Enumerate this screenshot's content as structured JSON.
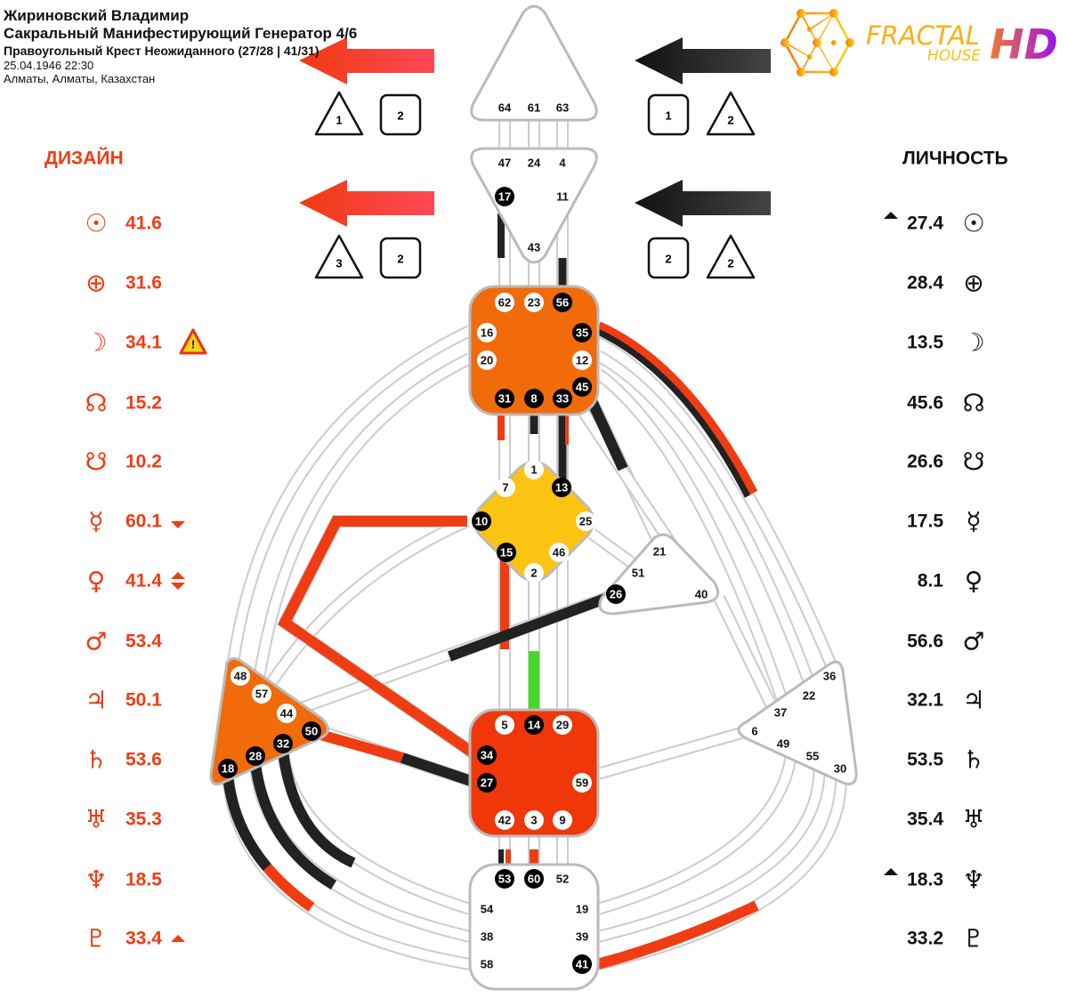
{
  "header": {
    "name": "Жириновский Владимир",
    "type": "Сакральный Манифестирующий Генератор 4/6",
    "cross": "Правоугольный Крест Неожиданного (27/28 | 41/31)",
    "datetime": "25.04.1946 22:30",
    "location": "Алматы, Алматы, Казахстан"
  },
  "logo": {
    "fractal": "FRACTAL",
    "house": "HOUSE",
    "hd": "HD"
  },
  "arrows": {
    "design_top": {
      "tri": "1",
      "box": "2"
    },
    "design_bottom": {
      "tri": "3",
      "box": "2"
    },
    "personality_top": {
      "box": "1",
      "tri": "2"
    },
    "personality_bottom": {
      "box": "2",
      "tri": "2"
    }
  },
  "colors": {
    "design": "#F03C12",
    "personality": "#111111",
    "throat": "#F26B0A",
    "g": "#FBC312",
    "sacral": "#F0370A",
    "spleen": "#F26B0A",
    "green": "#47D62A"
  },
  "design": {
    "title": "ДИЗАЙН",
    "planets": [
      {
        "icon": "sun-icon",
        "sym": "☉",
        "value": "41.6",
        "marker": ""
      },
      {
        "icon": "earth-icon",
        "sym": "⊕",
        "value": "31.6",
        "marker": ""
      },
      {
        "icon": "moon-icon",
        "sym": "☽",
        "value": "34.1",
        "marker": "warning"
      },
      {
        "icon": "north-node-icon",
        "sym": "☊",
        "value": "15.2",
        "marker": ""
      },
      {
        "icon": "south-node-icon",
        "sym": "☋",
        "value": "10.2",
        "marker": ""
      },
      {
        "icon": "mercury-icon",
        "sym": "☿",
        "value": "60.1",
        "marker": "down"
      },
      {
        "icon": "venus-icon",
        "sym": "♀",
        "value": "41.4",
        "marker": "updown"
      },
      {
        "icon": "mars-icon",
        "sym": "♂",
        "value": "53.4",
        "marker": ""
      },
      {
        "icon": "jupiter-icon",
        "sym": "♃",
        "value": "50.1",
        "marker": ""
      },
      {
        "icon": "saturn-icon",
        "sym": "♄",
        "value": "53.6",
        "marker": ""
      },
      {
        "icon": "uranus-icon",
        "sym": "♅",
        "value": "35.3",
        "marker": ""
      },
      {
        "icon": "neptune-icon",
        "sym": "♆",
        "value": "18.5",
        "marker": ""
      },
      {
        "icon": "pluto-icon",
        "sym": "♇",
        "value": "33.4",
        "marker": "up"
      }
    ]
  },
  "personality": {
    "title": "ЛИЧНОСТЬ",
    "planets": [
      {
        "icon": "sun-icon",
        "sym": "☉",
        "value": "27.4",
        "marker": "up"
      },
      {
        "icon": "earth-icon",
        "sym": "⊕",
        "value": "28.4",
        "marker": ""
      },
      {
        "icon": "moon-icon",
        "sym": "☽",
        "value": "13.5",
        "marker": ""
      },
      {
        "icon": "north-node-icon",
        "sym": "☊",
        "value": "45.6",
        "marker": ""
      },
      {
        "icon": "south-node-icon",
        "sym": "☋",
        "value": "26.6",
        "marker": ""
      },
      {
        "icon": "mercury-icon",
        "sym": "☿",
        "value": "17.5",
        "marker": ""
      },
      {
        "icon": "venus-icon",
        "sym": "♀",
        "value": "8.1",
        "marker": ""
      },
      {
        "icon": "mars-icon",
        "sym": "♂",
        "value": "56.6",
        "marker": ""
      },
      {
        "icon": "jupiter-icon",
        "sym": "♃",
        "value": "32.1",
        "marker": ""
      },
      {
        "icon": "saturn-icon",
        "sym": "♄",
        "value": "53.5",
        "marker": ""
      },
      {
        "icon": "uranus-icon",
        "sym": "♅",
        "value": "35.4",
        "marker": ""
      },
      {
        "icon": "neptune-icon",
        "sym": "♆",
        "value": "18.3",
        "marker": "up"
      },
      {
        "icon": "pluto-icon",
        "sym": "♇",
        "value": "33.2",
        "marker": ""
      }
    ]
  },
  "centers": {
    "head": {
      "defined": false,
      "gates": [
        {
          "n": "64",
          "s": "plain"
        },
        {
          "n": "61",
          "s": "plain"
        },
        {
          "n": "63",
          "s": "plain"
        }
      ]
    },
    "ajna": {
      "defined": false,
      "gates": [
        {
          "n": "47",
          "s": "plain"
        },
        {
          "n": "24",
          "s": "plain"
        },
        {
          "n": "4",
          "s": "plain"
        },
        {
          "n": "17",
          "s": "black"
        },
        {
          "n": "11",
          "s": "plain"
        },
        {
          "n": "43",
          "s": "plain"
        }
      ]
    },
    "throat": {
      "defined": true,
      "gates": [
        {
          "n": "62",
          "s": "white"
        },
        {
          "n": "23",
          "s": "white"
        },
        {
          "n": "56",
          "s": "black"
        },
        {
          "n": "16",
          "s": "white"
        },
        {
          "n": "20",
          "s": "white"
        },
        {
          "n": "35",
          "s": "black"
        },
        {
          "n": "12",
          "s": "white"
        },
        {
          "n": "45",
          "s": "black"
        },
        {
          "n": "31",
          "s": "black"
        },
        {
          "n": "8",
          "s": "black"
        },
        {
          "n": "33",
          "s": "black"
        }
      ]
    },
    "g": {
      "defined": true,
      "gates": [
        {
          "n": "1",
          "s": "white"
        },
        {
          "n": "7",
          "s": "white"
        },
        {
          "n": "13",
          "s": "black"
        },
        {
          "n": "10",
          "s": "black"
        },
        {
          "n": "25",
          "s": "white"
        },
        {
          "n": "15",
          "s": "black"
        },
        {
          "n": "46",
          "s": "white"
        },
        {
          "n": "2",
          "s": "white"
        }
      ]
    },
    "heart": {
      "defined": false,
      "gates": [
        {
          "n": "21",
          "s": "plain"
        },
        {
          "n": "51",
          "s": "plain"
        },
        {
          "n": "26",
          "s": "black"
        },
        {
          "n": "40",
          "s": "plain"
        }
      ]
    },
    "spleen": {
      "defined": true,
      "gates": [
        {
          "n": "48",
          "s": "white"
        },
        {
          "n": "57",
          "s": "white"
        },
        {
          "n": "44",
          "s": "white"
        },
        {
          "n": "50",
          "s": "black"
        },
        {
          "n": "32",
          "s": "black"
        },
        {
          "n": "28",
          "s": "black"
        },
        {
          "n": "18",
          "s": "black"
        }
      ]
    },
    "solar": {
      "defined": false,
      "gates": [
        {
          "n": "36",
          "s": "plain"
        },
        {
          "n": "22",
          "s": "plain"
        },
        {
          "n": "37",
          "s": "plain"
        },
        {
          "n": "6",
          "s": "plain"
        },
        {
          "n": "49",
          "s": "plain"
        },
        {
          "n": "55",
          "s": "plain"
        },
        {
          "n": "30",
          "s": "plain"
        }
      ]
    },
    "sacral": {
      "defined": true,
      "gates": [
        {
          "n": "5",
          "s": "white"
        },
        {
          "n": "14",
          "s": "black"
        },
        {
          "n": "29",
          "s": "white"
        },
        {
          "n": "34",
          "s": "black"
        },
        {
          "n": "27",
          "s": "black"
        },
        {
          "n": "59",
          "s": "white"
        },
        {
          "n": "42",
          "s": "white"
        },
        {
          "n": "3",
          "s": "white"
        },
        {
          "n": "9",
          "s": "white"
        }
      ]
    },
    "root": {
      "defined": false,
      "gates": [
        {
          "n": "53",
          "s": "black"
        },
        {
          "n": "60",
          "s": "black"
        },
        {
          "n": "52",
          "s": "plain"
        },
        {
          "n": "54",
          "s": "plain"
        },
        {
          "n": "19",
          "s": "plain"
        },
        {
          "n": "38",
          "s": "plain"
        },
        {
          "n": "39",
          "s": "plain"
        },
        {
          "n": "58",
          "s": "plain"
        },
        {
          "n": "41",
          "s": "black"
        }
      ]
    }
  }
}
